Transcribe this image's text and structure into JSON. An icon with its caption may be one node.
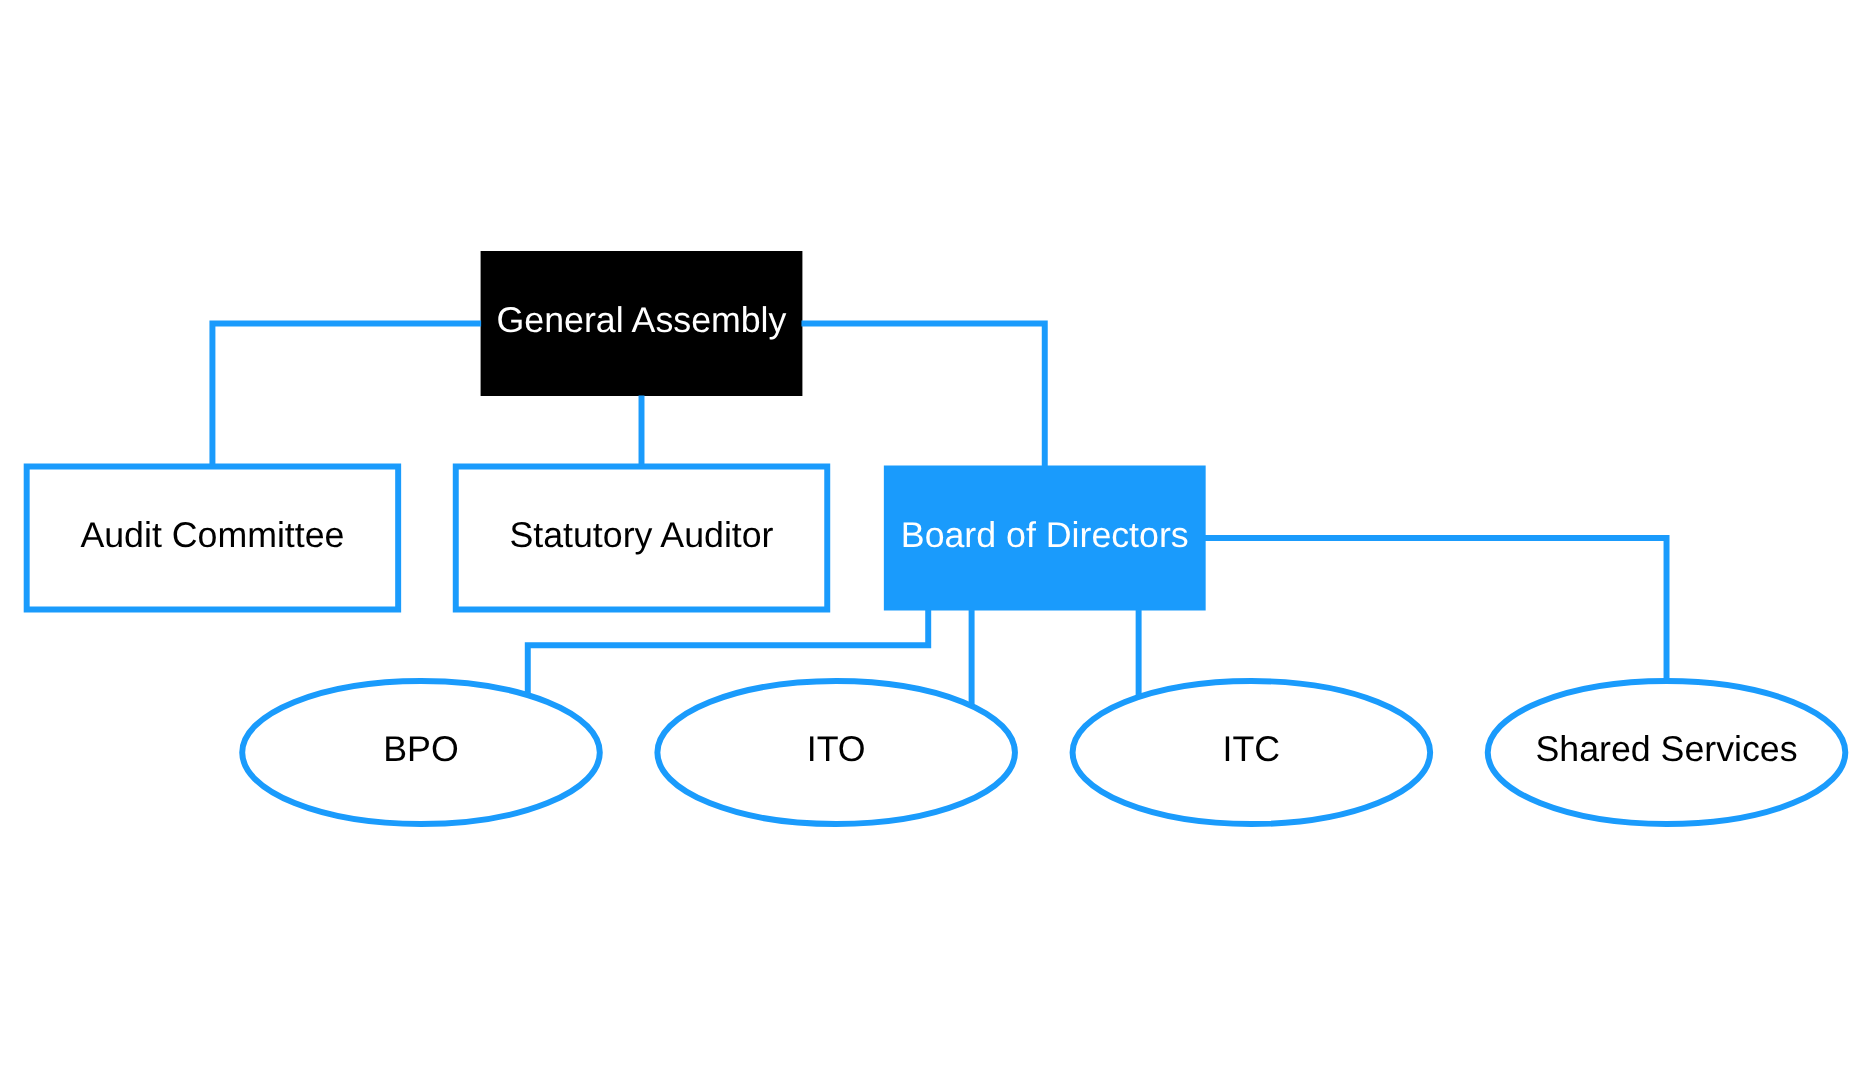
{
  "diagram": {
    "nodes": [
      {
        "text": [
          "General Assembly"
        ]
      },
      {
        "text": [
          "Audit Committee"
        ]
      },
      {
        "text": [
          "Statutory Auditor"
        ]
      },
      {
        "text": [
          "Board of Directors"
        ]
      },
      {
        "text": [
          "BPO"
        ]
      },
      {
        "text": [
          "ITO"
        ]
      },
      {
        "text": [
          "ITC"
        ]
      },
      {
        "text": [
          "Shared Services"
        ]
      }
    ],
    "edges": [
      {
        "from": 0,
        "to": 1,
        "arrow": "none"
      },
      {
        "from": 0,
        "to": 2,
        "arrow": "none"
      },
      {
        "from": 0,
        "to": 3,
        "arrow": "none"
      },
      {
        "from": 3,
        "to": 4,
        "arrow": "none"
      },
      {
        "from": 3,
        "to": 5,
        "arrow": "none"
      },
      {
        "from": 3,
        "to": 6,
        "arrow": "none"
      },
      {
        "from": 3,
        "to": 7,
        "arrow": "none"
      }
    ]
  }
}
